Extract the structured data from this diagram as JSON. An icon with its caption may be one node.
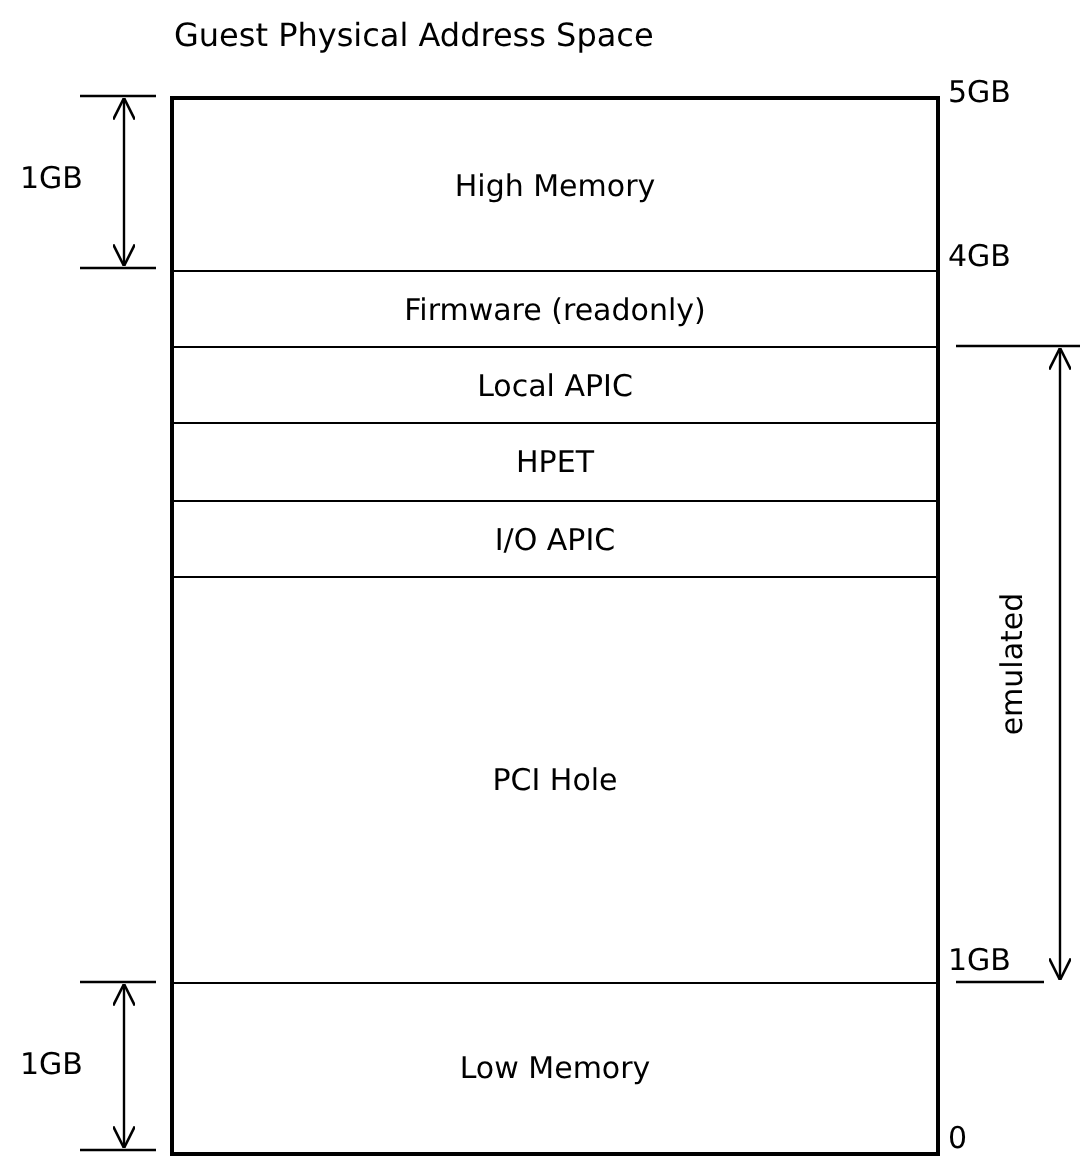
{
  "diagram": {
    "title": "Guest Physical Address Space",
    "nodes": [
      {
        "text": [
          "High Memory"
        ]
      },
      {
        "text": [
          "Firmware (readonly)"
        ]
      },
      {
        "text": [
          "Local APIC"
        ]
      },
      {
        "text": [
          "HPET"
        ]
      },
      {
        "text": [
          "I/O APIC"
        ]
      },
      {
        "text": [
          "PCI Hole"
        ]
      },
      {
        "text": [
          "Low Memory"
        ]
      }
    ],
    "edges": [],
    "labels": [
      "5GB",
      "1GB",
      "4GB",
      "emulated",
      "1GB",
      "1GB",
      "0"
    ]
  }
}
